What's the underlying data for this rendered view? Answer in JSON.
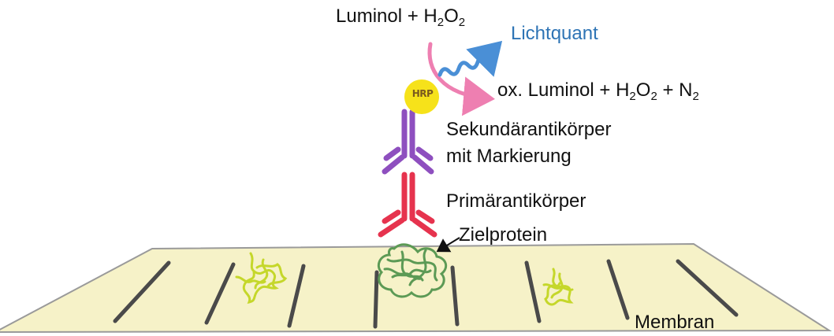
{
  "labels": {
    "reactants": {
      "text": "Luminol + H",
      "sub1": "2",
      "mid1": "O",
      "sub2": "2"
    },
    "photon": "Lichtquant",
    "products": {
      "text": "ox. Luminol + H",
      "sub1": "2",
      "mid1": "O",
      "sub2": "2",
      "mid2": " + N",
      "sub3": "2"
    },
    "secondary_line1": "Sekundärantikörper",
    "secondary_line2": "mit Markierung",
    "primary": "Primärantikörper",
    "target": "Zielprotein",
    "membrane": "Membran",
    "enzyme": "HRP"
  },
  "colors": {
    "photon": "#2e74b5",
    "reaction_arrow": "#ee7fb1",
    "enzyme": "#f6e21a",
    "secondary_antibody": "#8e4fbf",
    "primary_antibody": "#e6334e",
    "target_protein": "#5c9a55",
    "other_protein": "#c5d72a",
    "membrane": "#f6f2c8",
    "band": "#4a4a4a"
  }
}
